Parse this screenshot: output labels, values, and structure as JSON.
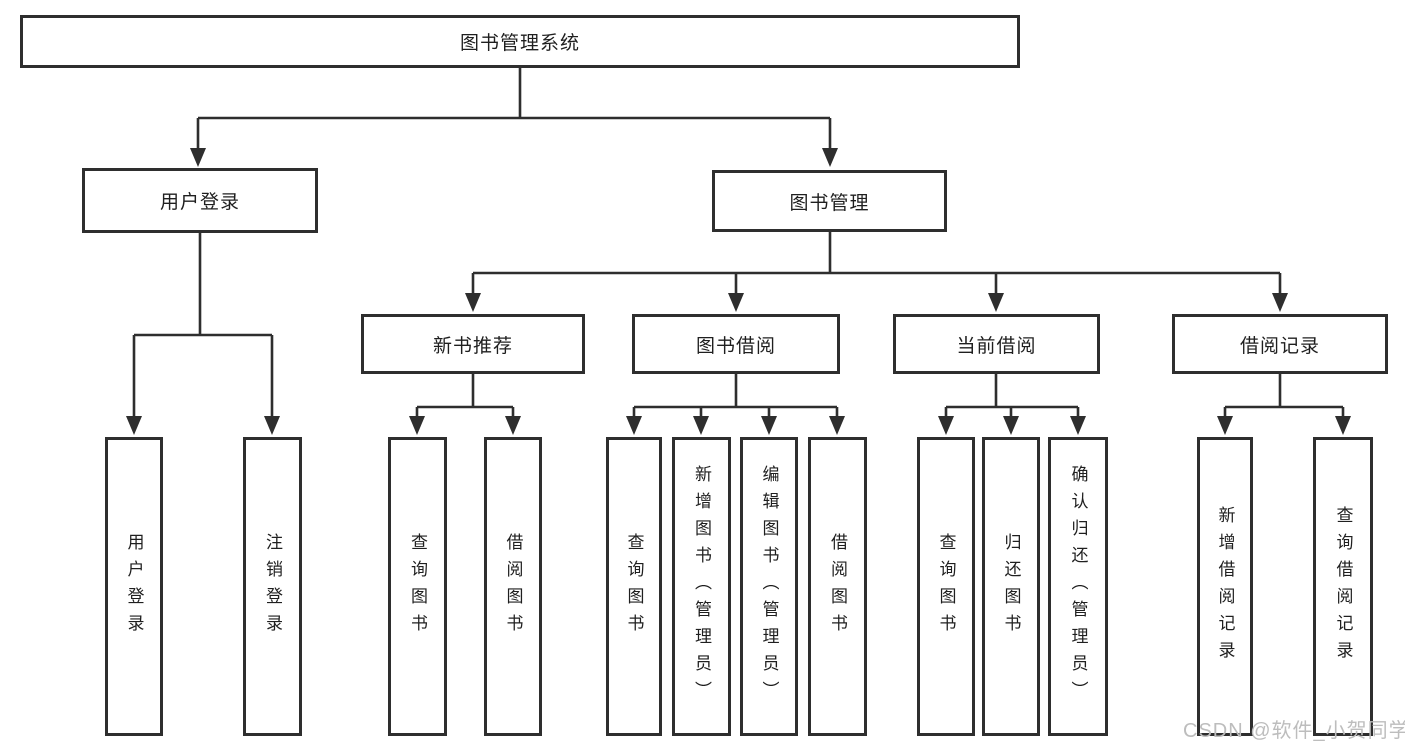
{
  "diagram": {
    "type": "hierarchy-tree",
    "line_color": "#2e2e2e",
    "text_color": "#1f1f1f",
    "background": "#ffffff"
  },
  "tree": {
    "label": "图书管理系统",
    "children": [
      {
        "label": "用户登录",
        "children": [
          {
            "label": "用户登录"
          },
          {
            "label": "注销登录"
          }
        ]
      },
      {
        "label": "图书管理",
        "children": [
          {
            "label": "新书推荐",
            "children": [
              {
                "label": "查询图书"
              },
              {
                "label": "借阅图书"
              }
            ]
          },
          {
            "label": "图书借阅",
            "children": [
              {
                "label": "查询图书"
              },
              {
                "label": "新增图书（管理员）"
              },
              {
                "label": "编辑图书（管理员）"
              },
              {
                "label": "借阅图书"
              }
            ]
          },
          {
            "label": "当前借阅",
            "children": [
              {
                "label": "查询图书"
              },
              {
                "label": "归还图书"
              },
              {
                "label": "确认归还（管理员）"
              }
            ]
          },
          {
            "label": "借阅记录",
            "children": [
              {
                "label": "新增借阅记录"
              },
              {
                "label": "查询借阅记录"
              }
            ]
          }
        ]
      }
    ]
  },
  "watermark": {
    "text": "CSDN @软件_小贺同学",
    "color": "#bdbdbd"
  }
}
